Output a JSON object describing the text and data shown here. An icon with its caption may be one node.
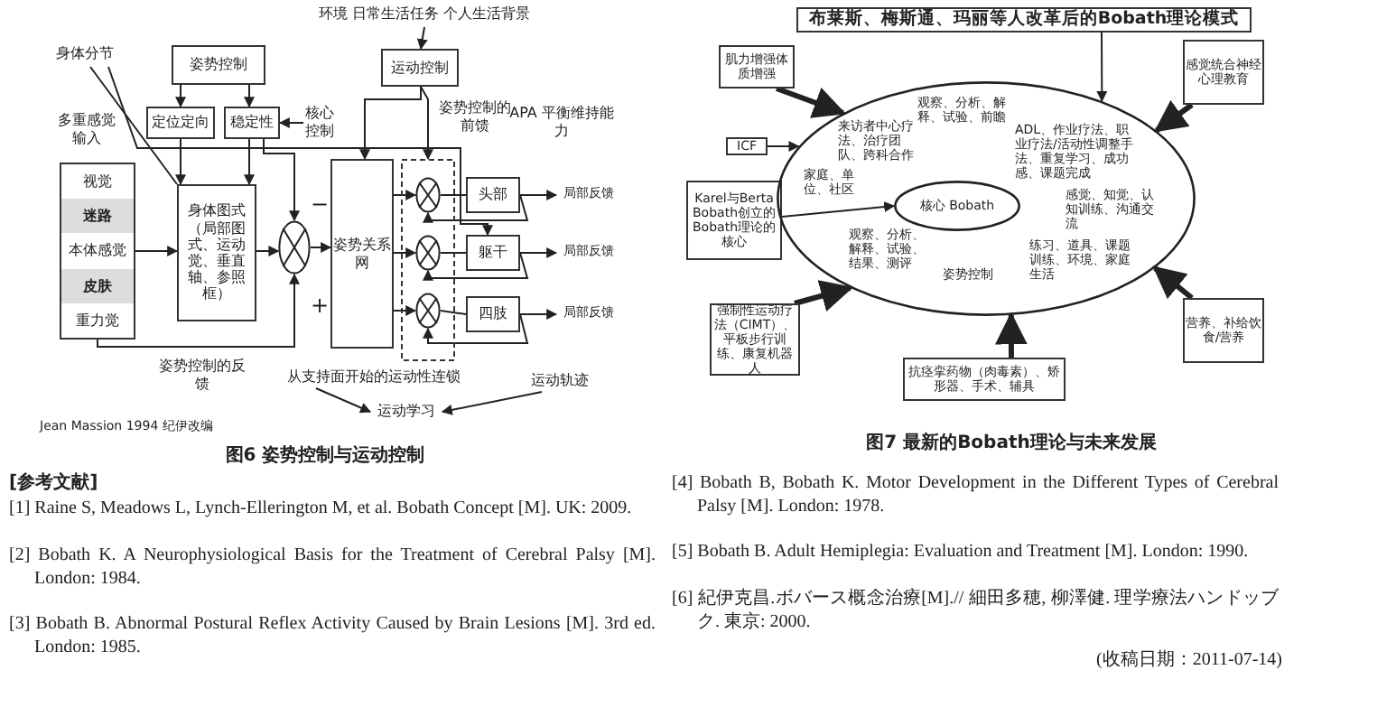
{
  "diagram": {
    "nodes": [
      {
        "text": [
          "环境 日常生活任务 个人生活背景"
        ]
      },
      {
        "text": [
          "运动控制"
        ]
      },
      {
        "text": [
          "姿势控制"
        ]
      },
      {
        "text": [
          "定位定向"
        ]
      },
      {
        "text": [
          "稳定性"
        ]
      },
      {
        "text": [
          "核心控制"
        ]
      },
      {
        "text": [
          "身体分节"
        ]
      },
      {
        "text": [
          "视觉",
          "迷路",
          "本体感觉",
          "皮肤",
          "重力觉"
        ]
      },
      {
        "text": [
          "身体图式（局部图式、运动觉、垂直轴、参照框）"
        ]
      },
      {
        "text": [],
        "shape": "circle"
      },
      {
        "text": [
          "姿势关系网"
        ]
      },
      {
        "text": [],
        "shape": "box"
      },
      {
        "text": [],
        "shape": "circle",
        "in": 11
      },
      {
        "text": [],
        "shape": "circle",
        "in": 11
      },
      {
        "text": [],
        "shape": "circle",
        "in": 11
      },
      {
        "text": [
          "头部"
        ]
      },
      {
        "text": [
          "躯干"
        ]
      },
      {
        "text": [
          "四肢"
        ]
      },
      {
        "text": [
          "从支持面开始的运动性连锁"
        ]
      },
      {
        "text": [
          "运动学习"
        ]
      },
      {
        "text": [
          "运动轨迹"
        ]
      },
      {
        "text": [
          "布莱斯、梅斯通、玛丽等人改革后的Bobath理论模式"
        ]
      },
      {
        "text": [
          "肌力增强体质增强"
        ]
      },
      {
        "text": [
          "ICF"
        ]
      },
      {
        "text": [
          "Karel与Berta Bobath创立的Bobath理论的核心"
        ]
      },
      {
        "text": [
          "来访者中心疗法、治疗团队、跨科合作",
          "观察、分析、解释、试验、前瞻",
          "ADL、作业疗法、职业疗法/活动性调整手法、重复学习、成功感、课题完成",
          "家庭、单位、社区",
          "感觉、知觉、认知训练、沟通交流",
          "观察、分析、解释、试验、结果、测评",
          "姿势控制",
          "练习、道具、课题训练、环境、家庭生活"
        ]
      },
      {
        "text": [
          "核心 Bobath"
        ],
        "in": 25
      },
      {
        "text": [
          "感觉统合神经心理教育"
        ]
      },
      {
        "text": [
          "强制性运动疗法（CIMT）、平板步行训练、康复机器人"
        ]
      },
      {
        "text": [
          "抗痉挛药物（肉毒素）、矫形器、手术、辅具"
        ]
      },
      {
        "text": [
          "营养、补给饮食/营养"
        ]
      },
      {
        "text": [
          "局部反馈"
        ]
      },
      {
        "text": [
          "局部反馈"
        ]
      },
      {
        "text": [
          "局部反馈"
        ]
      }
    ],
    "edges": [
      {
        "from": 0,
        "to": 1,
        "arrow": "to"
      },
      {
        "from": 1,
        "to": 10,
        "arrow": "to"
      },
      {
        "from": 1,
        "to": 11,
        "arrow": "to"
      },
      {
        "from": 2,
        "to": 3,
        "arrow": "to"
      },
      {
        "from": 2,
        "to": 4,
        "arrow": "to"
      },
      {
        "from": 5,
        "to": 4,
        "arrow": "to"
      },
      {
        "from": 3,
        "to": 8,
        "arrow": "to"
      },
      {
        "from": 4,
        "to": 8,
        "arrow": "to"
      },
      {
        "from": 4,
        "to": 9,
        "arrow": "to"
      },
      {
        "from": 7,
        "to": 8,
        "arrow": "to"
      },
      {
        "from": 7,
        "to": 9,
        "arrow": "to"
      },
      {
        "from": 8,
        "to": 9,
        "arrow": "to"
      },
      {
        "from": 9,
        "to": 10,
        "arrow": "to"
      },
      {
        "from": 10,
        "to": 12,
        "arrow": "to"
      },
      {
        "from": 10,
        "to": 13,
        "arrow": "to"
      },
      {
        "from": 10,
        "to": 14,
        "arrow": "to"
      },
      {
        "from": 12,
        "to": 15,
        "arrow": "none"
      },
      {
        "from": 13,
        "to": 16,
        "arrow": "none"
      },
      {
        "from": 14,
        "to": 17,
        "arrow": "none"
      },
      {
        "from": 15,
        "to": 31,
        "arrow": "to"
      },
      {
        "from": 16,
        "to": 32,
        "arrow": "to"
      },
      {
        "from": 17,
        "to": 33,
        "arrow": "to"
      },
      {
        "from": 15,
        "to": 12,
        "arrow": "to"
      },
      {
        "from": 16,
        "to": 13,
        "arrow": "to"
      },
      {
        "from": 17,
        "to": 14,
        "arrow": "to"
      },
      {
        "from": 6,
        "to": 8,
        "arrow": "none"
      },
      {
        "from": 6,
        "to": 16,
        "arrow": "to"
      },
      {
        "from": 18,
        "to": 19,
        "arrow": "to"
      },
      {
        "from": 20,
        "to": 19,
        "arrow": "to"
      },
      {
        "from": 21,
        "to": 25,
        "arrow": "to"
      },
      {
        "from": 22,
        "to": 25,
        "arrow": "to",
        "style": "thick"
      },
      {
        "from": 23,
        "to": 25,
        "arrow": "to"
      },
      {
        "from": 24,
        "to": 26,
        "arrow": "to"
      },
      {
        "from": 27,
        "to": 25,
        "arrow": "to",
        "style": "thick"
      },
      {
        "from": 28,
        "to": 25,
        "arrow": "to",
        "style": "thick"
      },
      {
        "from": 29,
        "to": 25,
        "arrow": "to",
        "style": "thick"
      },
      {
        "from": 30,
        "to": 25,
        "arrow": "to",
        "style": "thick"
      }
    ],
    "labels": [
      "多重感觉输入",
      "姿势控制的前馈",
      "APA 平衡维持能力",
      "−",
      "+",
      "姿势控制的反馈",
      "Jean Massion 1994 纪伊改编",
      "图6 姿势控制与运动控制",
      "图7 最新的Bobath理论与未来发展",
      "[参考文献]",
      "[1] Raine S, Meadows L, Lynch-Ellerington M, et al. Bobath Concept [M]. UK: 2009.",
      "[2] Bobath K. A Neurophysiological Basis for the Treatment of Cerebral Palsy [M]. London: 1984.",
      "[3] Bobath B. Abnormal Postural Reflex Activity Caused by Brain Lesions [M]. 3rd ed. London: 1985.",
      "[4] Bobath B, Bobath K. Motor Development in the Different Types of Cerebral Palsy [M]. London: 1978.",
      "[5] Bobath B. Adult Hemiplegia: Evaluation and Treatment [M]. London: 1990.",
      "[6] 紀伊克昌.ボバース概念治療[M].// 細田多穂, 柳澤健. 理学療法ハンドッブク. 東京: 2000.",
      "(收稿日期：2011-07-14)"
    ]
  }
}
